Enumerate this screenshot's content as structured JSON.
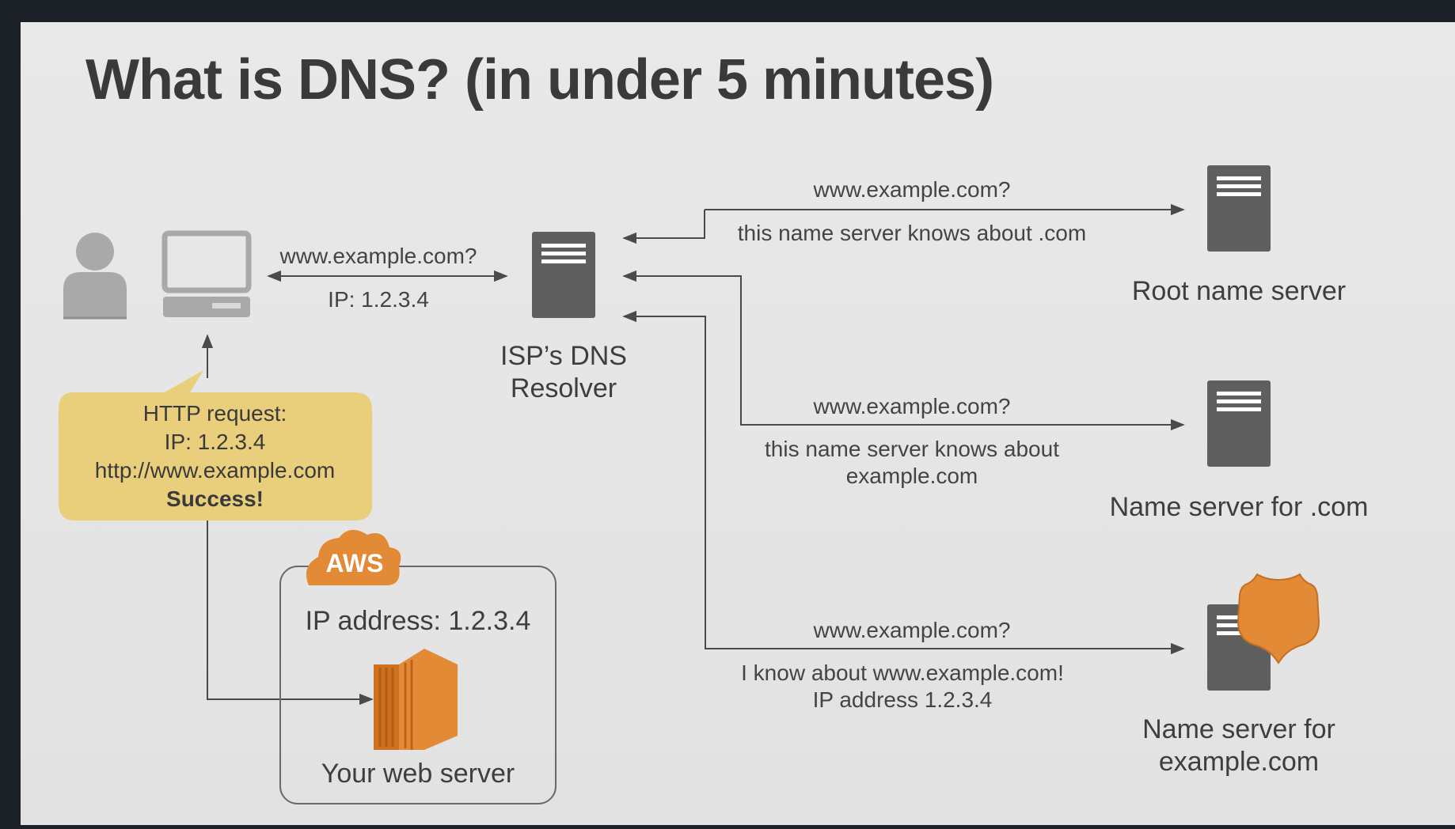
{
  "title": "What is DNS? (in under 5 minutes)",
  "client": {
    "request": "www.example.com?",
    "response": "IP: 1.2.3.4"
  },
  "resolver": {
    "label_line1": "ISP’s DNS",
    "label_line2": "Resolver"
  },
  "http_bubble": {
    "line1": "HTTP request:",
    "line2": "IP: 1.2.3.4",
    "line3": "http://www.example.com",
    "line4": "Success!"
  },
  "aws_box": {
    "badge": "AWS",
    "ip_label": "IP address: 1.2.3.4",
    "server_label": "Your web server"
  },
  "root_server": {
    "query": "www.example.com?",
    "reply": "this name server knows about .com",
    "label": "Root name server"
  },
  "com_server": {
    "query": "www.example.com?",
    "reply_line1": "this name server knows about",
    "reply_line2": "example.com",
    "label": "Name server for .com"
  },
  "example_server": {
    "query": "www.example.com?",
    "reply_line1": "I know about www.example.com!",
    "reply_line2": "IP address 1.2.3.4",
    "label_line1": "Name server for",
    "label_line2": "example.com"
  },
  "colors": {
    "server_gray": "#5f5f5f",
    "bubble_yellow": "#e9cf7c",
    "aws_orange": "#e28a35",
    "line": "#4a4a4a"
  },
  "icons": [
    "user-icon",
    "computer-icon",
    "server-icon",
    "aws-cloud-icon",
    "ec2-instance-icon",
    "shield-icon"
  ]
}
